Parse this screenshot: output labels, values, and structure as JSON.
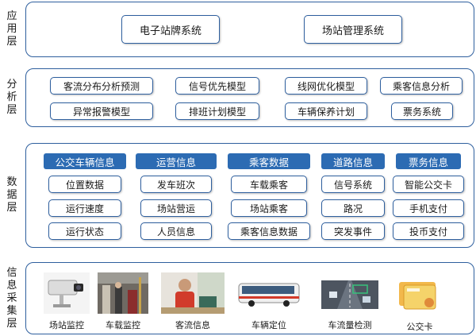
{
  "layers": {
    "application": {
      "label": [
        "应",
        "用",
        "层"
      ],
      "items": [
        "电子站牌系统",
        "场站管理系统"
      ]
    },
    "analysis": {
      "label": [
        "分",
        "析",
        "层"
      ],
      "rows": [
        [
          "客流分布分析预测",
          "信号优先模型",
          "线网优化模型",
          "乘客信息分析"
        ],
        [
          "异常报警模型",
          "排班计划模型",
          "车辆保养计划",
          "票务系统"
        ]
      ]
    },
    "data": {
      "label": [
        "数",
        "据",
        "层"
      ],
      "columns": [
        {
          "header": "公交车辆信息",
          "items": [
            "位置数据",
            "运行速度",
            "运行状态"
          ]
        },
        {
          "header": "运营信息",
          "items": [
            "发车班次",
            "场站营运",
            "人员信息"
          ]
        },
        {
          "header": "乘客数据",
          "items": [
            "车载乘客",
            "场站乘客",
            "乘客信息数据"
          ]
        },
        {
          "header": "道路信息",
          "items": [
            "信号系统",
            "路况",
            "突发事件"
          ]
        },
        {
          "header": "票务信息",
          "items": [
            "智能公交卡",
            "手机支付",
            "投币支付"
          ]
        }
      ]
    },
    "collection": {
      "label": [
        "信",
        "息",
        "采",
        "集",
        "层"
      ],
      "items": [
        {
          "caption": "场站监控",
          "icon": "cctv-camera-photo"
        },
        {
          "caption": "车载监控",
          "icon": "bus-interior-photo"
        },
        {
          "caption": "客流信息",
          "icon": "passenger-photo"
        },
        {
          "caption": "车辆定位",
          "icon": "bus-photo"
        },
        {
          "caption": "车流量检测",
          "icon": "traffic-camera-photo"
        },
        {
          "caption": "公交卡",
          "icon": "transit-card-photo"
        }
      ]
    }
  },
  "colors": {
    "border": "#2e5f9e",
    "header_fill": "#2c6bb3",
    "header_text": "#ffffff"
  }
}
